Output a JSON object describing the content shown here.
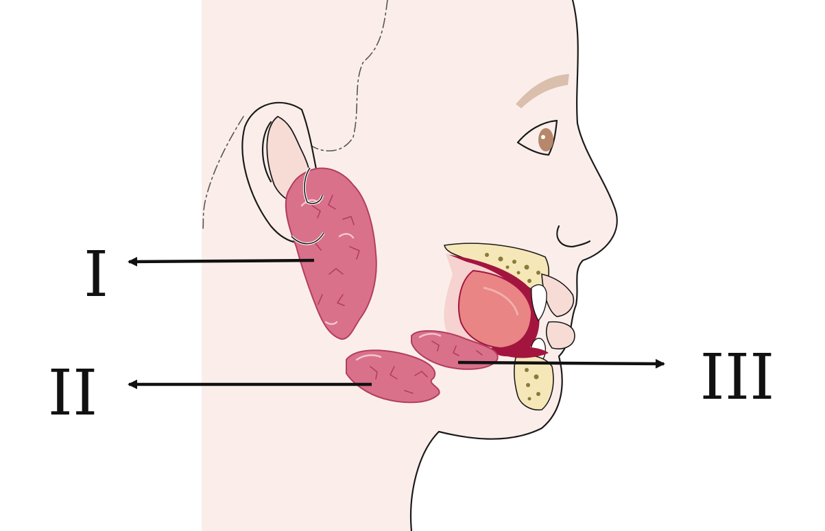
{
  "labels": {
    "parotid": "I",
    "submandibular": "II",
    "sublingual": "III"
  },
  "colors": {
    "skin": "#fbeeea",
    "gland": "#d9718a",
    "gland_dark": "#b33d5e",
    "tongue": "#e98585",
    "mucosa": "#a3153f",
    "bone": "#f6e7b8",
    "eyebrow": "#d9bfac",
    "iris": "#b7876b"
  }
}
